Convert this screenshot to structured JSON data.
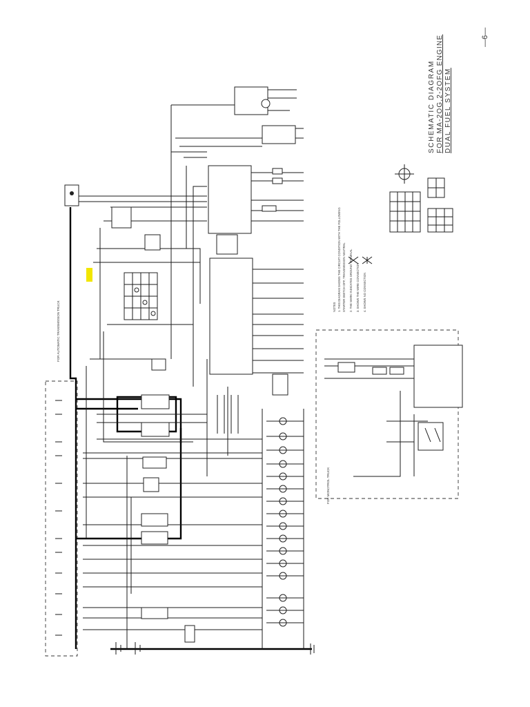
{
  "page_number": "—6—",
  "title": {
    "line1": "SCHEMATIC DIAGRAM",
    "line2": "FOR MA-2OG,2-2OFG ENGINE",
    "line3": "DUAL FUEL SYSTEM"
  },
  "notes": {
    "header": "NOTES",
    "lines": [
      "1. THIS DIAGRAM SHOWS THE CIRCUIT CONDITION WITH THE FOLLOWING",
      "   STARTER SWITCH OFF, TRANSMISSION NEUTRAL",
      "2. THE MARK INDICATES GROUND TERMINAL",
      "3. SHOWS THE WIRE CONNECTION",
      "4. SHOWS NO CONNECTION"
    ]
  },
  "section_labels": {
    "automatic": "FOR AUTOMATIC TRANSMISSION TRUCK",
    "monotrol": "FOR MONOTROL TRUCK"
  },
  "colors": {
    "wire": "#1a1a1a",
    "highlight": "#f2e600",
    "background": "#ffffff"
  }
}
